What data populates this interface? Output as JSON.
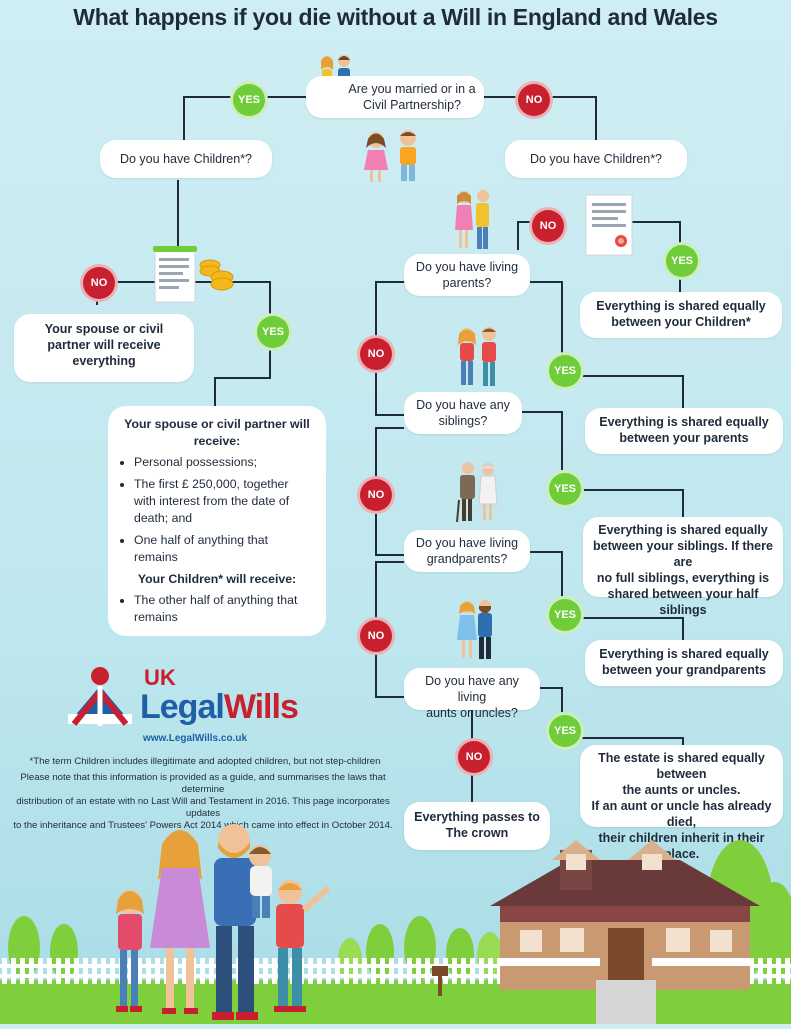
{
  "title": "What happens if you die without a Will in England and Wales",
  "labels": {
    "yes": "YES",
    "no": "NO"
  },
  "q_married": [
    "Are you married or in a",
    "Civil Partnership?"
  ],
  "q_children_left": "Do you have Children*?",
  "q_children_right": "Do you have Children*?",
  "r_spouse_everything": [
    "Your spouse or civil",
    "partner will receive",
    "everything"
  ],
  "spouse_receive": {
    "heading": "Your spouse or civil partner will receive:",
    "items": [
      "Personal possessions;",
      "The first £ 250,000, together with interest from the date of death; and",
      "One half of anything that remains"
    ],
    "children_heading": "Your Children* will receive:",
    "children_items": [
      "The other half of anything that remains"
    ]
  },
  "r_shared_children": [
    "Everything is shared equally",
    "between your Children*"
  ],
  "q_parents": [
    "Do you have living",
    "parents?"
  ],
  "r_shared_parents": [
    "Everything is shared equally",
    "between your parents"
  ],
  "q_siblings": [
    "Do you have any",
    "siblings?"
  ],
  "r_shared_siblings": [
    "Everything is shared equally",
    "between your siblings. If there are",
    "no full siblings, everything is",
    "shared between your half siblings"
  ],
  "q_grandparents": [
    "Do you have living",
    "grandparents?"
  ],
  "r_shared_grandparents": [
    "Everything is shared equally",
    "between your grandparents"
  ],
  "q_aunts": [
    "Do you have any living",
    "aunts or uncles?"
  ],
  "r_aunts": [
    "The estate is shared equally between",
    "the aunts or uncles.",
    "If an aunt or uncle has already died,",
    "their children inherit in their place."
  ],
  "r_crown": [
    "Everything passes to",
    "The crown"
  ],
  "logo": {
    "uk": "UK",
    "legal": "Legal",
    "wills": "Wills",
    "url": "www.LegalWills.co.uk"
  },
  "footnote": "*The term Children includes illegitimate and adopted children, but not step-children",
  "disclaimer": [
    "Please note that this information is provided as a guide, and summarises the laws that determine",
    "distribution of an estate with no Last Will and Testament in 2016. This page incorporates updates",
    "to the inheritance and Trustees' Powers Act 2014 which came into effect in October 2014."
  ],
  "colors": {
    "yes": "#6fcd3a",
    "no": "#c8202f",
    "line": "#1f2b3a",
    "sky": "#cfeef3",
    "grass": "#7fcf3c"
  }
}
